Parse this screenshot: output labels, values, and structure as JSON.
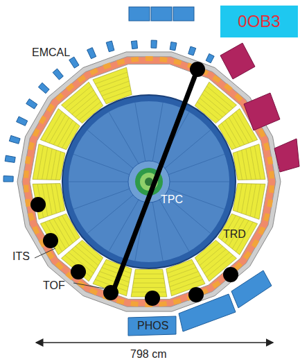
{
  "diagram": {
    "nodes": [
      {
        "text": [
          "0OB3"
        ]
      }
    ],
    "labels": [
      "EMCAL",
      "ITS",
      "TPC",
      "TRD",
      "TOF",
      "PHOS",
      "798 cm"
    ]
  }
}
